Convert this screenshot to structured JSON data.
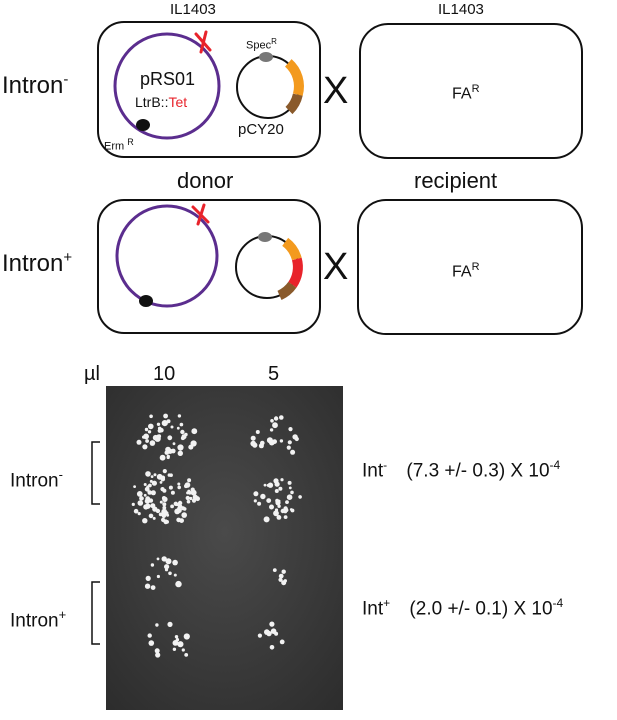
{
  "top_panel": {
    "strain_left": "IL1403",
    "strain_right": "IL1403",
    "row1_label": "Intron",
    "row1_sup": "-",
    "row2_label": "Intron",
    "row2_sup": "+",
    "plasmid_large": "pRS01",
    "ltrb": "LtrB::",
    "tet": "Tet",
    "erm": "Erm",
    "erm_sup": "R",
    "spec": "Spec",
    "spec_sup": "R",
    "plasmid_small": "pCY20",
    "cross": "X",
    "fa": "FA",
    "fa_sup": "R",
    "donor": "donor",
    "recipient": "recipient"
  },
  "plate_panel": {
    "unit": "µl",
    "vol_1": "10",
    "vol_2": "5",
    "group1_label": "Intron",
    "group1_sup": "-",
    "group2_label": "Intron",
    "group2_sup": "+",
    "result1_label": "Int",
    "result1_sup": "-",
    "result1_value": "(7.3 +/- 0.3) X 10",
    "result1_exp": "-4",
    "result2_label": "Int",
    "result2_sup": "+",
    "result2_value": "(2.0 +/- 0.1) X 10",
    "result2_exp": "-4"
  },
  "colors": {
    "plasmid": "#5b2d8e",
    "marker": "#e8232b",
    "tet_text": "#e8232b",
    "orange": "#f39a1e",
    "red": "#e8232b",
    "brown": "#8a5a2b",
    "plate_bg": "#3c3c3c"
  }
}
